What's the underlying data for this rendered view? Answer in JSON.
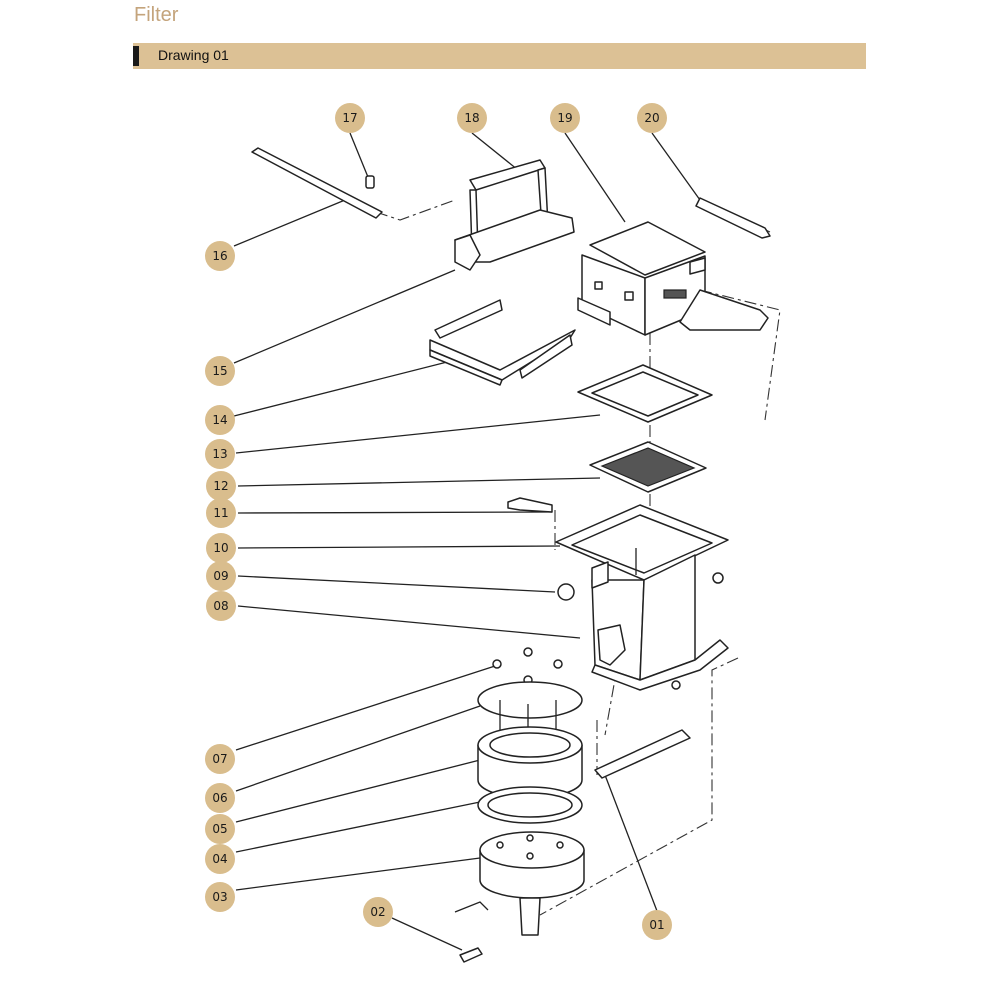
{
  "header": {
    "title": "Filter",
    "section": "Drawing 01"
  },
  "colors": {
    "accent": "#dcc195",
    "callout": "#d9bd8d",
    "title": "#c4a47c"
  },
  "callouts": {
    "c01": "01",
    "c02": "02",
    "c03": "03",
    "c04": "04",
    "c05": "05",
    "c06": "06",
    "c07": "07",
    "c08": "08",
    "c09": "09",
    "c10": "10",
    "c11": "11",
    "c12": "12",
    "c13": "13",
    "c14": "14",
    "c15": "15",
    "c16": "16",
    "c17": "17",
    "c18": "18",
    "c19": "19",
    "c20": "20"
  }
}
